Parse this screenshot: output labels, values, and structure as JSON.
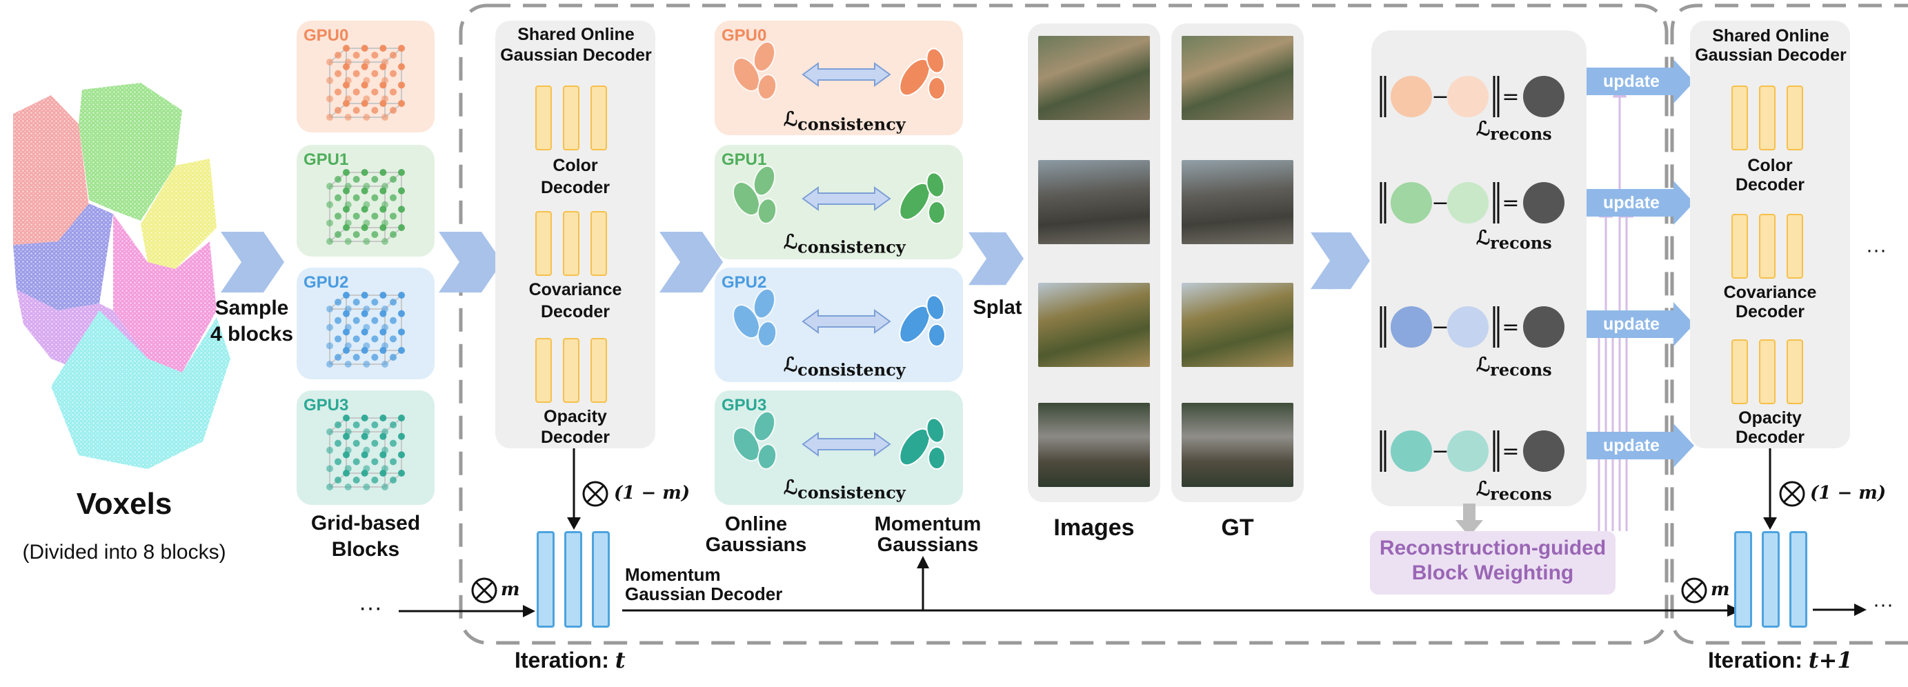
{
  "voxels": {
    "title": "Voxels",
    "subtitle": "(Divided into 8 blocks)"
  },
  "sample_label": [
    "Sample",
    "4 blocks"
  ],
  "blocks": {
    "caption": [
      "Grid-based",
      "Blocks"
    ],
    "gpus": [
      {
        "label": "GPU0",
        "color": "#f08a5d",
        "bg": "#fde6da"
      },
      {
        "label": "GPU1",
        "color": "#4fae5b",
        "bg": "#e3f1e2"
      },
      {
        "label": "GPU2",
        "color": "#4a9be0",
        "bg": "#deedf9"
      },
      {
        "label": "GPU3",
        "color": "#2ba894",
        "bg": "#d9efea"
      }
    ]
  },
  "decoder": {
    "title": [
      "Shared Online",
      "Gaussian Decoder"
    ],
    "parts": [
      [
        "Color",
        "Decoder"
      ],
      [
        "Covariance",
        "Decoder"
      ],
      [
        "Opacity",
        "Decoder"
      ]
    ],
    "one_minus_m": "(1 − m)",
    "m": "m",
    "momentum_title": [
      "Momentum",
      "Gaussian Decoder"
    ]
  },
  "gaussians": {
    "loss_label": "ℒ",
    "loss_sub": "consistency",
    "online_caption": [
      "Online",
      "Gaussians"
    ],
    "momentum_caption": [
      "Momentum",
      "Gaussians"
    ]
  },
  "splat_label": "Splat",
  "images_caption": "Images",
  "gt_caption": "GT",
  "recons": {
    "loss_label": "ℒ",
    "loss_sub": "recons",
    "colors": [
      {
        "a": "#f7c7a8",
        "b": "#fad9c7"
      },
      {
        "a": "#9fd6a1",
        "b": "#c8e8c8"
      },
      {
        "a": "#8aa8dd",
        "b": "#c4d3ef"
      },
      {
        "a": "#7fcfc3",
        "b": "#a8ddd4"
      }
    ],
    "target_color": "#555555",
    "minus": "−",
    "equals": "="
  },
  "update_label": "update",
  "weighting": [
    "Reconstruction-guided",
    "Block Weighting"
  ],
  "iteration": {
    "prefix": "Iteration:",
    "t": "t",
    "t1": "t+1"
  },
  "ellipsis": "...",
  "vdots": "···",
  "accent": "#9a66b5"
}
